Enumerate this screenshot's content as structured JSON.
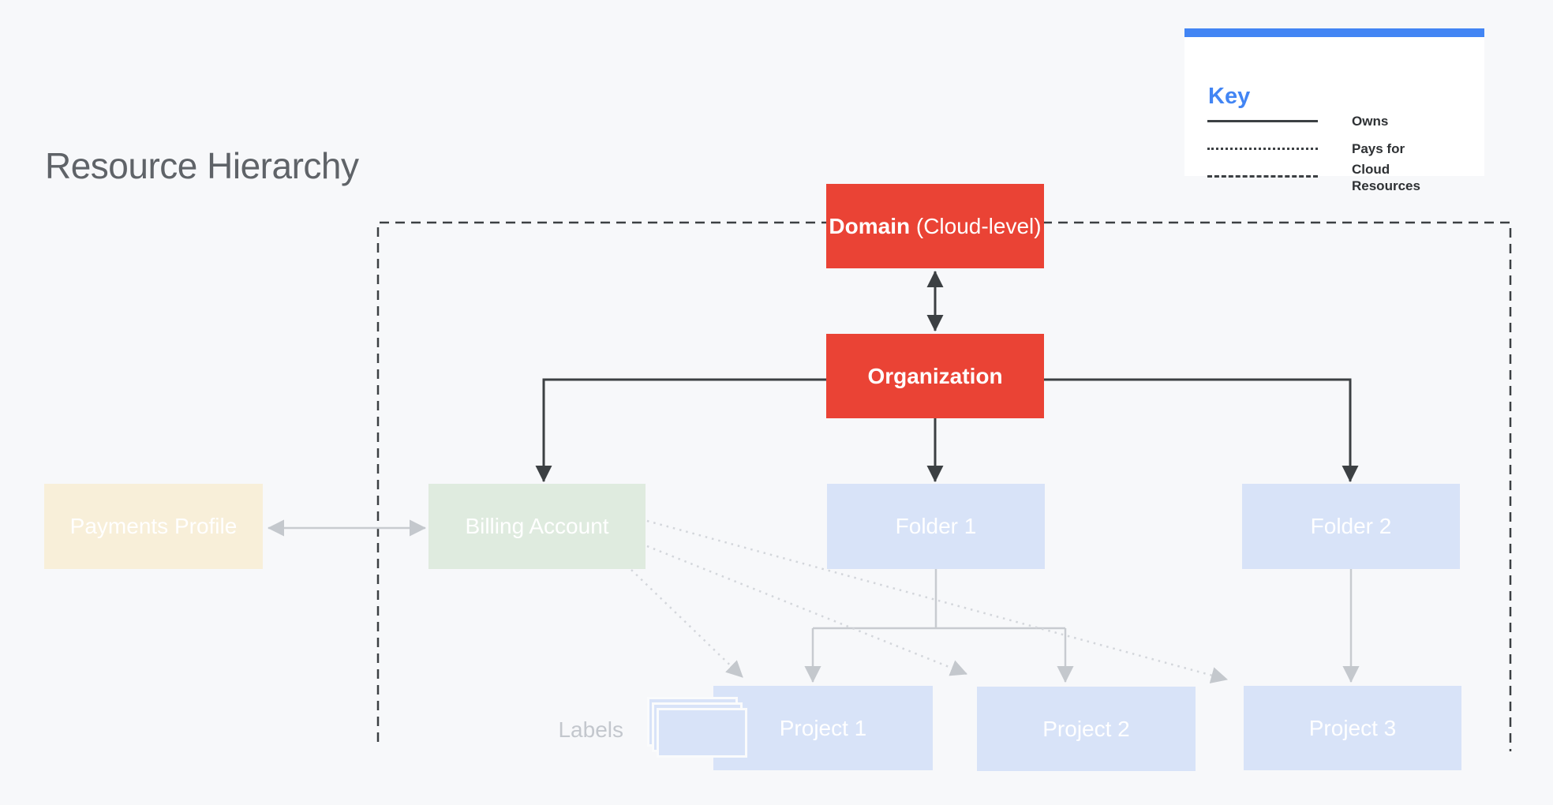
{
  "title": "Resource Hierarchy",
  "legend": {
    "title": "Key",
    "items": [
      {
        "style": "solid",
        "label": "Owns"
      },
      {
        "style": "dotted",
        "label": "Pays for"
      },
      {
        "style": "dashed",
        "label": "Cloud Resources"
      }
    ]
  },
  "nodes": {
    "domain": {
      "label_bold": "Domain",
      "label_rest": " (Cloud-level)"
    },
    "organization": {
      "label": "Organization"
    },
    "payments_profile": {
      "label": "Payments Profile"
    },
    "billing_account": {
      "label": "Billing Account"
    },
    "folder1": {
      "label": "Folder 1"
    },
    "folder2": {
      "label": "Folder 2"
    },
    "project1": {
      "label": "Project 1"
    },
    "project2": {
      "label": "Project 2"
    },
    "project3": {
      "label": "Project 3"
    }
  },
  "annotations": {
    "labels_caption": "Labels"
  },
  "colors": {
    "background": "#F7F8FA",
    "node_red": "#EA4335",
    "node_light_blue": "#D8E3F8",
    "node_green": "#DFEBDF",
    "node_cream": "#F8EFD9",
    "dark_line": "#3C4043",
    "gray_line": "#C8CBD0",
    "dotted_line": "#D3D6DB",
    "legend_blue": "#4285F4",
    "title_gray": "#5F6368",
    "labels_caption_gray": "#C3C7CD",
    "node_text": "#FFFFFF"
  }
}
